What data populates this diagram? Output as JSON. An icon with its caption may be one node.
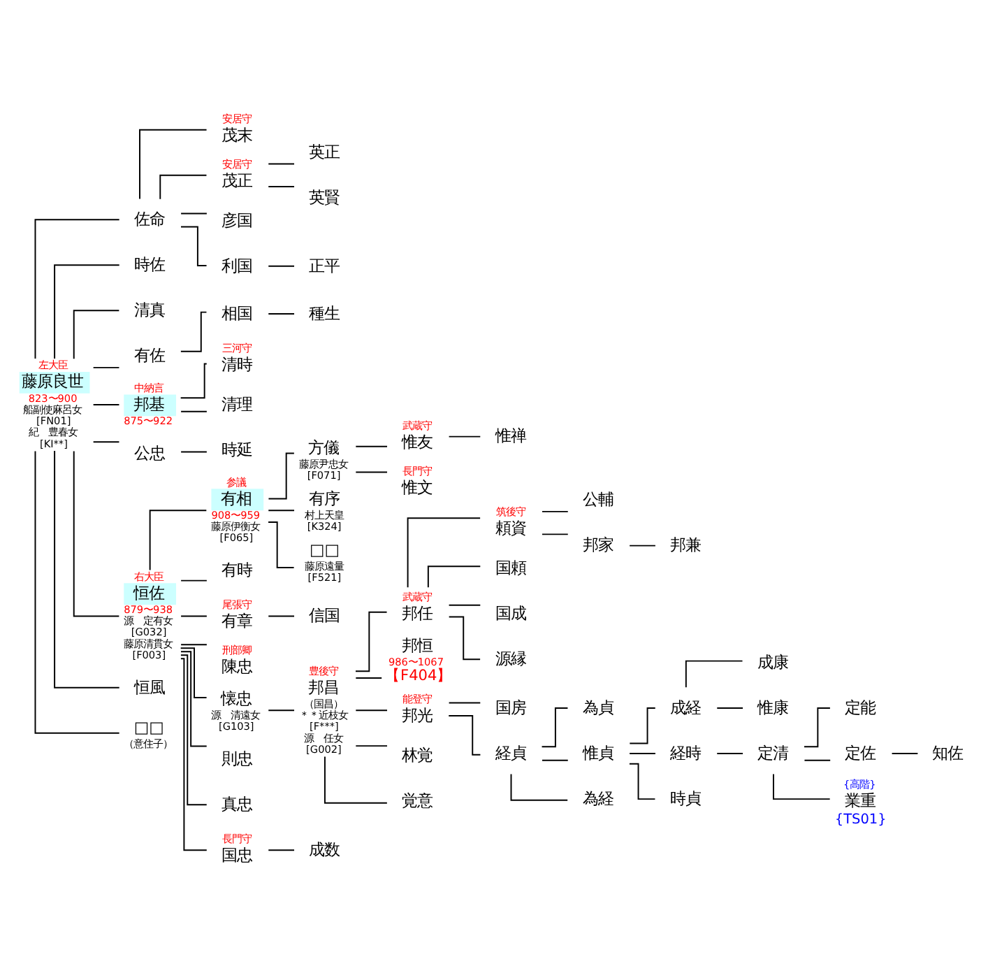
{
  "diagram": {
    "nodes": [
      {
        "text": [
          "佐命"
        ]
      },
      {
        "text": [
          "安居守",
          "茂末"
        ]
      },
      {
        "text": [
          "英正"
        ]
      },
      {
        "text": [
          "時佐"
        ]
      },
      {
        "text": [
          "安居守",
          "茂正"
        ]
      },
      {
        "text": [
          "英賢"
        ]
      },
      {
        "text": [
          "彦国"
        ]
      },
      {
        "text": [
          "清真"
        ]
      },
      {
        "text": [
          "利国"
        ]
      },
      {
        "text": [
          "正平"
        ]
      },
      {
        "text": [
          "武蔵守",
          "惟友"
        ]
      },
      {
        "text": [
          "惟禅"
        ]
      },
      {
        "text": [
          "有佐"
        ]
      },
      {
        "text": [
          "相国"
        ]
      },
      {
        "text": [
          "種生"
        ]
      },
      {
        "text": [
          "左大臣",
          "藤原良世"
        ],
        "beside": [
          "823〜900",
          "船副使麻呂女 [FN01]",
          "紀　豊春女 [KI**]"
        ]
      },
      {
        "text": [
          "中納言",
          "邦基"
        ],
        "beside": [
          "875〜922"
        ]
      },
      {
        "text": [
          "三河守",
          "清時"
        ]
      },
      {
        "text": [
          "方儀"
        ],
        "beside": [
          "藤原尹忠女 [F071]"
        ]
      },
      {
        "text": [
          "長門守",
          "惟文"
        ]
      },
      {
        "text": [
          "筑後守",
          "頼資"
        ]
      },
      {
        "text": [
          "公輔"
        ]
      },
      {
        "text": [
          "清理"
        ]
      },
      {
        "text": [
          "公忠"
        ]
      },
      {
        "text": [
          "時延"
        ]
      },
      {
        "text": [
          "武蔵守",
          "邦任"
        ]
      },
      {
        "text": [
          "国頼"
        ]
      },
      {
        "text": [
          "邦家"
        ]
      },
      {
        "text": [
          "邦兼"
        ]
      },
      {
        "text": [
          "参議",
          "有相"
        ],
        "beside": [
          "908〜959",
          "藤原伊衡女 [F065]"
        ]
      },
      {
        "text": [
          "有序"
        ],
        "beside": [
          "村上天皇 [K324]"
        ]
      },
      {
        "text": [
          "邦恒"
        ],
        "beside": [
          "986〜1067",
          "【F404】"
        ]
      },
      {
        "text": [
          "国成"
        ]
      },
      {
        "text": [
          "成康"
        ]
      },
      {
        "text": [
          "源縁"
        ]
      },
      {
        "text": [
          "為貞"
        ]
      },
      {
        "text": [
          "成経"
        ]
      },
      {
        "text": [
          "惟康"
        ]
      },
      {
        "text": [
          "定能"
        ]
      },
      {
        "text": [
          "右大臣",
          "恒佐"
        ],
        "beside": [
          "879〜938",
          "源　定有女 [G032]",
          "藤原清貫女 [F003]"
        ]
      },
      {
        "text": [
          "有時"
        ]
      },
      {
        "text": [
          "□□"
        ],
        "beside": [
          "藤原遠量 [F521]"
        ]
      },
      {
        "text": [
          "定佐"
        ]
      },
      {
        "text": [
          "知佐"
        ]
      },
      {
        "text": [
          "尾張守",
          "有章"
        ]
      },
      {
        "text": [
          "信国"
        ]
      },
      {
        "text": [
          "能登守",
          "邦光"
        ]
      },
      {
        "text": [
          "国房"
        ]
      },
      {
        "text": [
          "惟貞"
        ]
      },
      {
        "text": [
          "経時"
        ]
      },
      {
        "text": [
          "定清"
        ]
      },
      {
        "text": [
          "{高階}",
          "業重"
        ],
        "beside": [
          "{TS01}"
        ]
      },
      {
        "text": [
          "刑部卿",
          "陳忠"
        ]
      },
      {
        "text": [
          "恒風"
        ]
      },
      {
        "text": [
          "懐忠"
        ],
        "beside": [
          "源　清遠女 [G103]"
        ]
      },
      {
        "text": [
          "豊後守",
          "邦昌"
        ],
        "beside": [
          "（国昌）",
          "＊＊近枝女 [F***]",
          "源　任女 [G002]"
        ]
      },
      {
        "text": [
          "林覚"
        ]
      },
      {
        "text": [
          "経貞"
        ]
      },
      {
        "text": [
          "為経"
        ]
      },
      {
        "text": [
          "時貞"
        ]
      },
      {
        "text": [
          "□□"
        ],
        "beside": [
          "（意住子）"
        ]
      },
      {
        "text": [
          "則忠"
        ]
      },
      {
        "text": [
          "覚意"
        ]
      },
      {
        "text": [
          "真忠"
        ]
      },
      {
        "text": [
          "長門守",
          "国忠"
        ]
      },
      {
        "text": [
          "成数"
        ]
      }
    ],
    "edges": [
      {
        "from": 15,
        "to": 0,
        "arrow": "none"
      },
      {
        "from": 15,
        "to": 3,
        "arrow": "none"
      },
      {
        "from": 15,
        "to": 7,
        "arrow": "none"
      },
      {
        "from": 15,
        "to": 12,
        "arrow": "none"
      },
      {
        "from": 15,
        "to": 16,
        "arrow": "none"
      },
      {
        "from": 15,
        "to": 23,
        "arrow": "none"
      },
      {
        "from": 15,
        "to": 39,
        "arrow": "none"
      },
      {
        "from": 15,
        "to": 53,
        "arrow": "none"
      },
      {
        "from": 15,
        "to": 60,
        "arrow": "none"
      },
      {
        "from": 0,
        "to": 1,
        "arrow": "none"
      },
      {
        "from": 0,
        "to": 4,
        "arrow": "none"
      },
      {
        "from": 0,
        "to": 6,
        "arrow": "none"
      },
      {
        "from": 0,
        "to": 8,
        "arrow": "none"
      },
      {
        "from": 4,
        "to": 2,
        "arrow": "none"
      },
      {
        "from": 4,
        "to": 5,
        "arrow": "none"
      },
      {
        "from": 8,
        "to": 9,
        "arrow": "none"
      },
      {
        "from": 12,
        "to": 13,
        "arrow": "none"
      },
      {
        "from": 13,
        "to": 14,
        "arrow": "none"
      },
      {
        "from": 16,
        "to": 17,
        "arrow": "none"
      },
      {
        "from": 16,
        "to": 22,
        "arrow": "none"
      },
      {
        "from": 23,
        "to": 24,
        "arrow": "none"
      },
      {
        "from": 39,
        "to": 29,
        "arrow": "none"
      },
      {
        "from": 39,
        "to": 40,
        "arrow": "none"
      },
      {
        "from": 39,
        "to": 44,
        "arrow": "none"
      },
      {
        "from": 39,
        "to": 52,
        "arrow": "none"
      },
      {
        "from": 39,
        "to": 54,
        "arrow": "none"
      },
      {
        "from": 39,
        "to": 61,
        "arrow": "none"
      },
      {
        "from": 39,
        "to": 63,
        "arrow": "none"
      },
      {
        "from": 39,
        "to": 64,
        "arrow": "none"
      },
      {
        "from": 29,
        "to": 18,
        "arrow": "none"
      },
      {
        "from": 29,
        "to": 30,
        "arrow": "none"
      },
      {
        "from": 29,
        "to": 41,
        "arrow": "none"
      },
      {
        "from": 18,
        "to": 10,
        "arrow": "none"
      },
      {
        "from": 18,
        "to": 19,
        "arrow": "none"
      },
      {
        "from": 10,
        "to": 11,
        "arrow": "none"
      },
      {
        "from": 44,
        "to": 45,
        "arrow": "none"
      },
      {
        "from": 54,
        "to": 55,
        "arrow": "none"
      },
      {
        "from": 64,
        "to": 65,
        "arrow": "none"
      },
      {
        "from": 55,
        "to": 25,
        "arrow": "none"
      },
      {
        "from": 55,
        "to": 31,
        "arrow": "none"
      },
      {
        "from": 55,
        "to": 46,
        "arrow": "none"
      },
      {
        "from": 55,
        "to": 56,
        "arrow": "none"
      },
      {
        "from": 55,
        "to": 62,
        "arrow": "none"
      },
      {
        "from": 25,
        "to": 20,
        "arrow": "none"
      },
      {
        "from": 25,
        "to": 26,
        "arrow": "none"
      },
      {
        "from": 25,
        "to": 32,
        "arrow": "none"
      },
      {
        "from": 25,
        "to": 34,
        "arrow": "none"
      },
      {
        "from": 20,
        "to": 21,
        "arrow": "none"
      },
      {
        "from": 20,
        "to": 27,
        "arrow": "none"
      },
      {
        "from": 27,
        "to": 28,
        "arrow": "none"
      },
      {
        "from": 46,
        "to": 47,
        "arrow": "none"
      },
      {
        "from": 46,
        "to": 57,
        "arrow": "none"
      },
      {
        "from": 57,
        "to": 35,
        "arrow": "none"
      },
      {
        "from": 57,
        "to": 48,
        "arrow": "none"
      },
      {
        "from": 57,
        "to": 58,
        "arrow": "none"
      },
      {
        "from": 48,
        "to": 36,
        "arrow": "none"
      },
      {
        "from": 48,
        "to": 49,
        "arrow": "none"
      },
      {
        "from": 48,
        "to": 59,
        "arrow": "none"
      },
      {
        "from": 36,
        "to": 33,
        "arrow": "none"
      },
      {
        "from": 36,
        "to": 37,
        "arrow": "none"
      },
      {
        "from": 49,
        "to": 50,
        "arrow": "none"
      },
      {
        "from": 50,
        "to": 38,
        "arrow": "none"
      },
      {
        "from": 50,
        "to": 42,
        "arrow": "none"
      },
      {
        "from": 50,
        "to": 51,
        "arrow": "none"
      },
      {
        "from": 42,
        "to": 43,
        "arrow": "none"
      }
    ]
  }
}
